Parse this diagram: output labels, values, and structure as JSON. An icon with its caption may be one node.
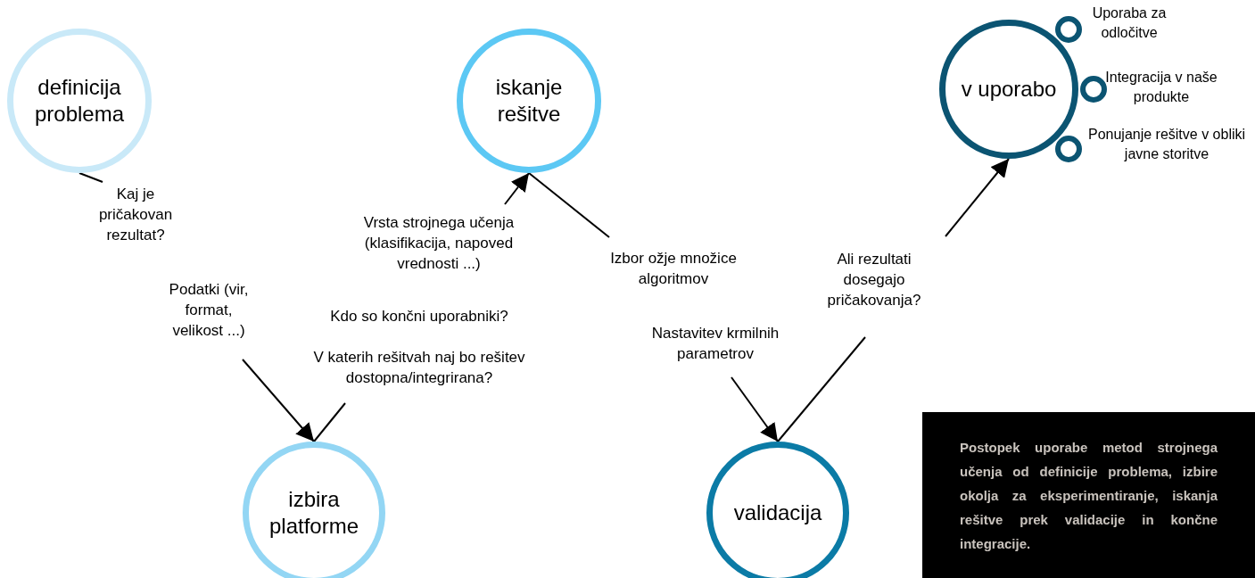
{
  "diagram": {
    "nodes": [
      {
        "text": [
          "definicija problema"
        ]
      },
      {
        "text": [
          "iskanje rešitve"
        ]
      },
      {
        "text": [
          "v uporabo"
        ]
      },
      {
        "text": [
          "izbira platforme"
        ]
      },
      {
        "text": [
          "validacija"
        ]
      },
      {
        "text": [
          "Kaj je pričakovan rezultat?"
        ]
      },
      {
        "text": [
          "Podatki (vir, format, velikost ...)"
        ]
      },
      {
        "text": [
          "Vrsta strojnega učenja (klasifikacija, napoved vrednosti ...)"
        ]
      },
      {
        "text": [
          "Izbor ožje množice algoritmov"
        ]
      },
      {
        "text": [
          "V katerih rešitvah naj bo rešitev dostopna/integrirana?"
        ]
      },
      {
        "text": [
          "Nastavitev krmilnih parametrov"
        ]
      },
      {
        "text": [
          "Ali rezultati dosegajo pričakovanja?"
        ]
      },
      {
        "text": [],
        "shape": "circle",
        "beside": [
          "Uporaba za odločitve"
        ]
      },
      {
        "text": [],
        "shape": "circle",
        "beside": [
          "Integracija v naše produkte"
        ]
      },
      {
        "text": [],
        "shape": "circle",
        "beside": [
          "Ponujanje rešitve v obliki javne storitve"
        ]
      },
      {
        "text": [
          "Postopek uporabe metod strojnega učenja od definicije problema, izbire okolja za eksperimentiranje, iskanja rešitve prek validacije in končne integracije."
        ]
      }
    ],
    "edges": [
      {
        "from": 5,
        "to": 0,
        "arrow": "none"
      },
      {
        "from": 6,
        "to": 3,
        "arrow": "to"
      },
      {
        "from": 9,
        "to": 3,
        "arrow": "none"
      },
      {
        "from": 7,
        "to": 1,
        "arrow": "to"
      },
      {
        "from": 1,
        "to": 8,
        "arrow": "none"
      },
      {
        "from": 10,
        "to": 4,
        "arrow": "to"
      },
      {
        "from": 11,
        "to": 4,
        "arrow": "none"
      },
      {
        "from": 11,
        "to": 2,
        "arrow": "to"
      }
    ],
    "labels": [
      "Kdo so končni uporabniki?"
    ]
  }
}
